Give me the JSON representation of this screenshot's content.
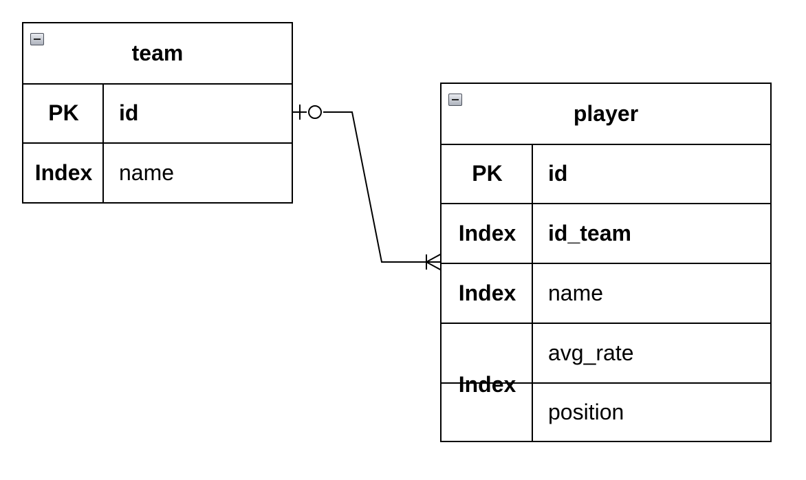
{
  "team": {
    "title": "team",
    "rows": [
      {
        "key": "PK",
        "field": "id"
      },
      {
        "key": "Index",
        "field": "name"
      }
    ]
  },
  "player": {
    "title": "player",
    "rows": [
      {
        "key": "PK",
        "field": "id"
      },
      {
        "key": "Index",
        "field": "id_team"
      },
      {
        "key": "Index",
        "field": "name"
      },
      {
        "key": "Index",
        "field": "avg_rate"
      },
      {
        "key": "",
        "field": "position"
      }
    ]
  },
  "relationship": {
    "from": "team.id",
    "to": "player.id_team",
    "from_cardinality": "zero-or-one",
    "to_cardinality": "one-or-many"
  }
}
